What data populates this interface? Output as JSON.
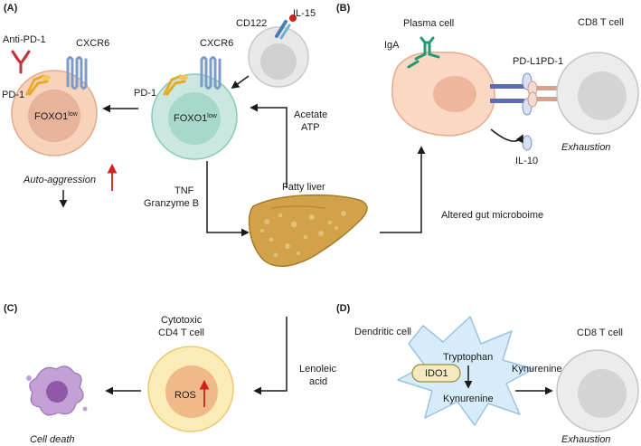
{
  "panels": {
    "a": "(A)",
    "b": "(B)",
    "c": "(C)",
    "d": "(D)"
  },
  "panel_a": {
    "anti_pd1": "Anti-PD-1",
    "cxcr6": "CXCR6",
    "pd1": "PD-1",
    "foxo1": "FOXO1",
    "foxo1_sup": "low",
    "cd122": "CD122",
    "il15": "IL-15",
    "acetate": "Acetate",
    "atp": "ATP",
    "auto_aggression": "Auto-aggression",
    "tnf": "TNF",
    "granzyme_b": "Granzyme B"
  },
  "center": {
    "fatty_liver": "Fatty liver"
  },
  "panel_b": {
    "plasma_cell": "Plasma cell",
    "cd8_t_cell": "CD8 T cell",
    "iga": "IgA",
    "pdl1": "PD-L1",
    "pd1": "PD-1",
    "exhaustion": "Exhaustion",
    "il10": "IL-10",
    "altered_gut": "Altered gut microboime"
  },
  "panel_c": {
    "cytotoxic": "Cytotoxic",
    "cd4_t_cell": "CD4 T cell",
    "ros": "ROS",
    "lenoleic": "Lenoleic",
    "acid": "acid",
    "cell_death": "Cell death"
  },
  "panel_d": {
    "dendritic_cell": "Dendritic cell",
    "cd8_t_cell": "CD8 T cell",
    "tryptophan": "Tryptophan",
    "ido1": "IDO1",
    "kynurenine_inner": "Kynurenine",
    "kynurenine_arrow": "Kynurenine",
    "exhaustion": "Exhaustion"
  },
  "colors": {
    "arrow": "#1a1a1a",
    "red_arrow": "#d0211c",
    "exhausted_cell": "#e0e0e0",
    "foxo_cell_left": "#f8d3bc",
    "foxo_cell_mid": "#cbe8e0",
    "plasma_cell": "#fad8c3",
    "cd4_cell": "#fbecb7",
    "dendritic_cell": "#d6ecfa",
    "liver": "#d2a24a",
    "dying_cell": "#c4a0d6",
    "pd1_receptor": "#e6a92a",
    "cxcr6_receptor": "#7d9ac8",
    "anti_pd1": "#c2323a",
    "iga": "#1f9a72"
  }
}
